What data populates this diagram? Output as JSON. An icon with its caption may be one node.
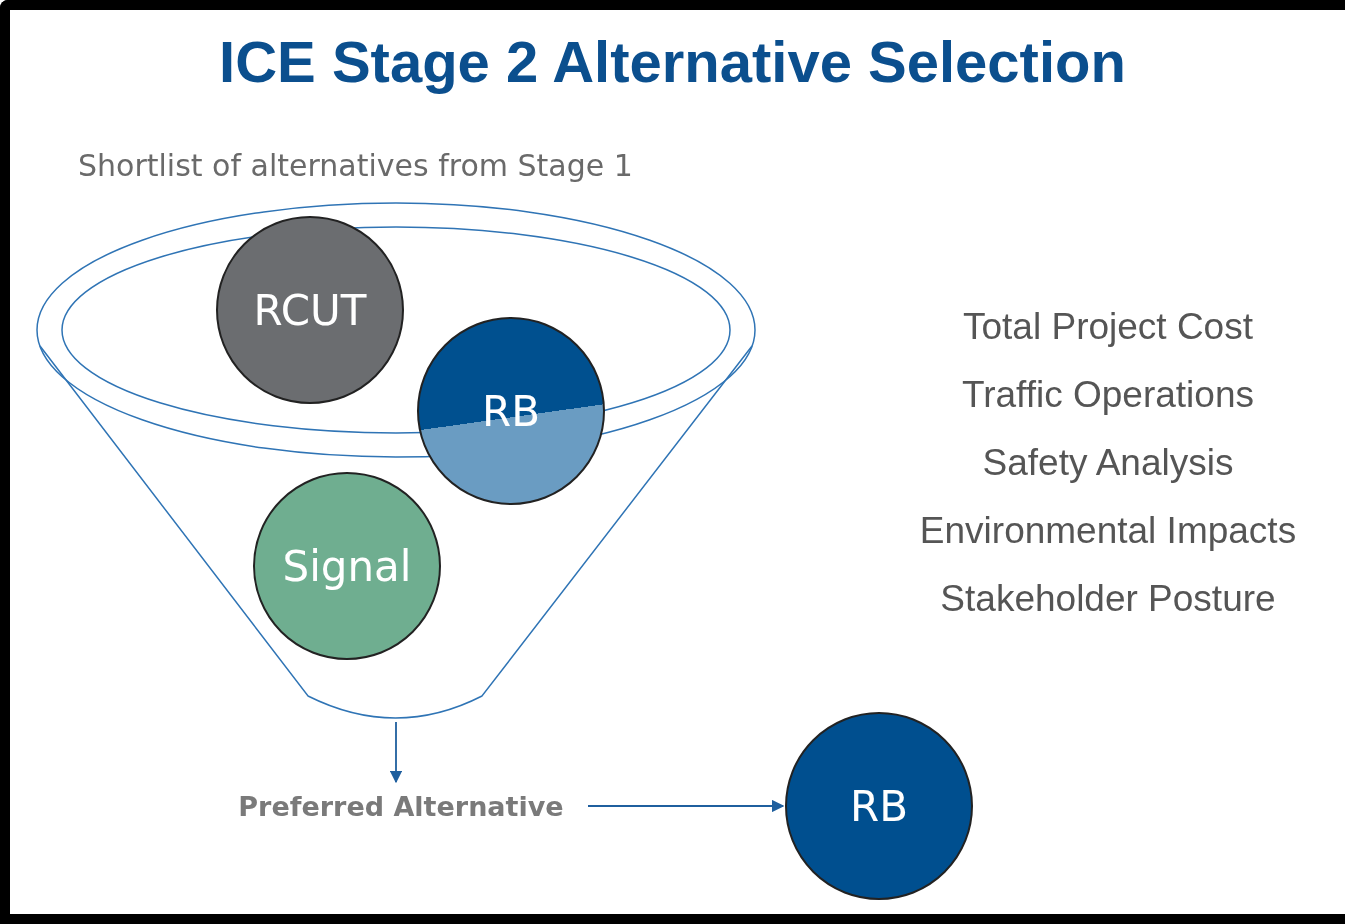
{
  "diagram": {
    "title": "ICE Stage 2 Alternative Selection",
    "nodes": [
      {
        "text": [],
        "shape": "funnel",
        "beside": [
          "Shortlist of alternatives from Stage 1"
        ]
      },
      {
        "text": [
          "RCUT"
        ],
        "in": 0
      },
      {
        "text": [
          "RB"
        ],
        "in": 0
      },
      {
        "text": [
          "Signal"
        ],
        "in": 0
      },
      {
        "text": [
          "Preferred Alternative"
        ]
      },
      {
        "text": [
          "RB"
        ]
      }
    ],
    "edges": [
      {
        "from": 0,
        "to": 4,
        "arrow": "to"
      },
      {
        "from": 4,
        "to": 5,
        "arrow": "to"
      }
    ],
    "labels": [
      "Total Project Cost",
      "Traffic Operations",
      "Safety Analysis",
      "Environmental Impacts",
      "Stakeholder Posture"
    ]
  }
}
